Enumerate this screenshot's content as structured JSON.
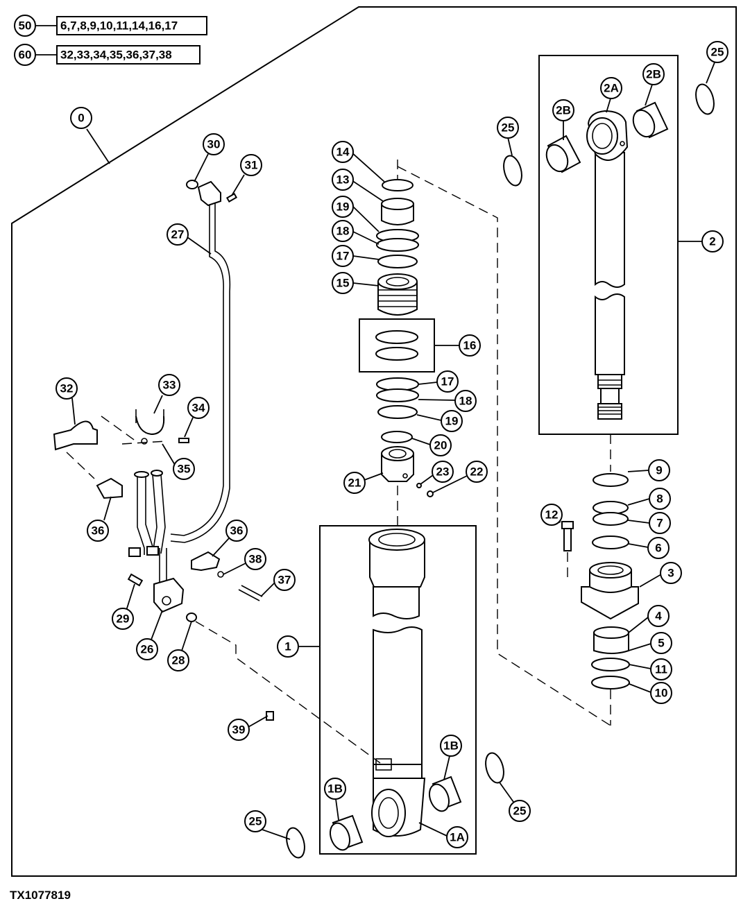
{
  "figure_id": "TX1077819",
  "kits": [
    {
      "num": "50",
      "parts": "6,7,8,9,10,11,14,16,17"
    },
    {
      "num": "60",
      "parts": "32,33,34,35,36,37,38"
    }
  ],
  "callouts": {
    "c0": "0",
    "c1": "1",
    "c1A": "1A",
    "c1B_right": "1B",
    "c1B_left": "1B",
    "c2": "2",
    "c2A": "2A",
    "c2B_right": "2B",
    "c2B_left": "2B",
    "c3": "3",
    "c4": "4",
    "c5": "5",
    "c6": "6",
    "c7": "7",
    "c8": "8",
    "c9": "9",
    "c10": "10",
    "c11": "11",
    "c12": "12",
    "c13": "13",
    "c14": "14",
    "c15": "15",
    "c16": "16",
    "c17_top": "17",
    "c17_mid": "17",
    "c18_top": "18",
    "c18_mid": "18",
    "c19_top": "19",
    "c19_mid": "19",
    "c20": "20",
    "c21": "21",
    "c22": "22",
    "c23": "23",
    "c25_topright": "25",
    "c25_upper": "25",
    "c25_lowerright": "25",
    "c25_bottom": "25",
    "c26": "26",
    "c27": "27",
    "c28": "28",
    "c29": "29",
    "c30": "30",
    "c31": "31",
    "c32": "32",
    "c33": "33",
    "c34": "34",
    "c35": "35",
    "c36_left": "36",
    "c36_right": "36",
    "c37": "37",
    "c38": "38",
    "c39": "39"
  }
}
